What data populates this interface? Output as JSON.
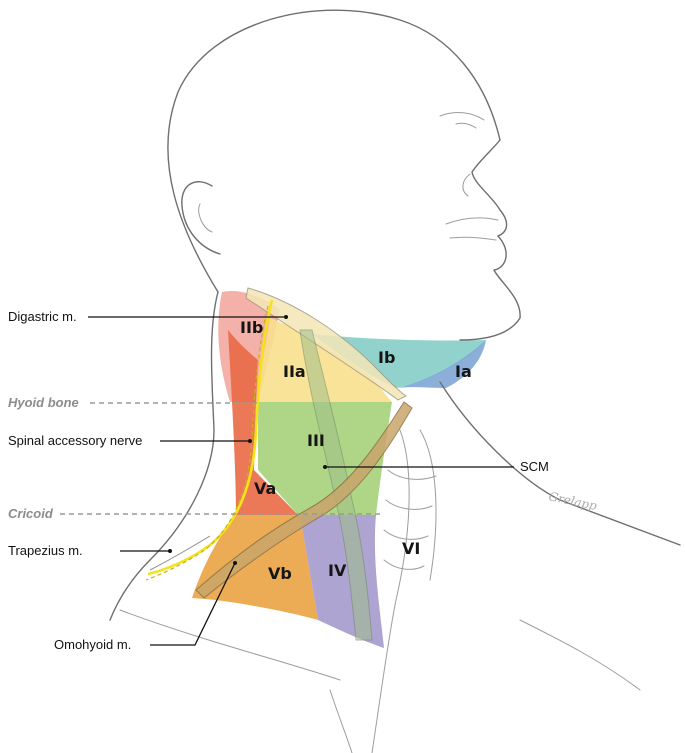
{
  "labels": {
    "digastric": "Digastric m.",
    "hyoid_bone": "Hyoid bone",
    "spinal_accessory": "Spinal accessory nerve",
    "cricoid": "Cricoid",
    "trapezius": "Trapezius m.",
    "omohyoid": "Omohyoid m.",
    "scm": "SCM"
  },
  "levels": {
    "IIb": "IIb",
    "IIa": "IIa",
    "Ib": "Ib",
    "Ia": "Ia",
    "III": "III",
    "Va": "Va",
    "Vb": "Vb",
    "IV": "IV",
    "VI": "VI"
  },
  "signature": "Grelapp",
  "colors": {
    "level_IIb": "#f3a9a0",
    "level_IIa": "#f7e08e",
    "level_Ib": "#86cdc8",
    "level_Ia": "#7fa6d6",
    "level_III": "#a6d27a",
    "level_Va": "#e96a45",
    "level_Vb": "#eba84c",
    "level_IV": "#a99fd0",
    "nerve": "#f5e21a"
  }
}
